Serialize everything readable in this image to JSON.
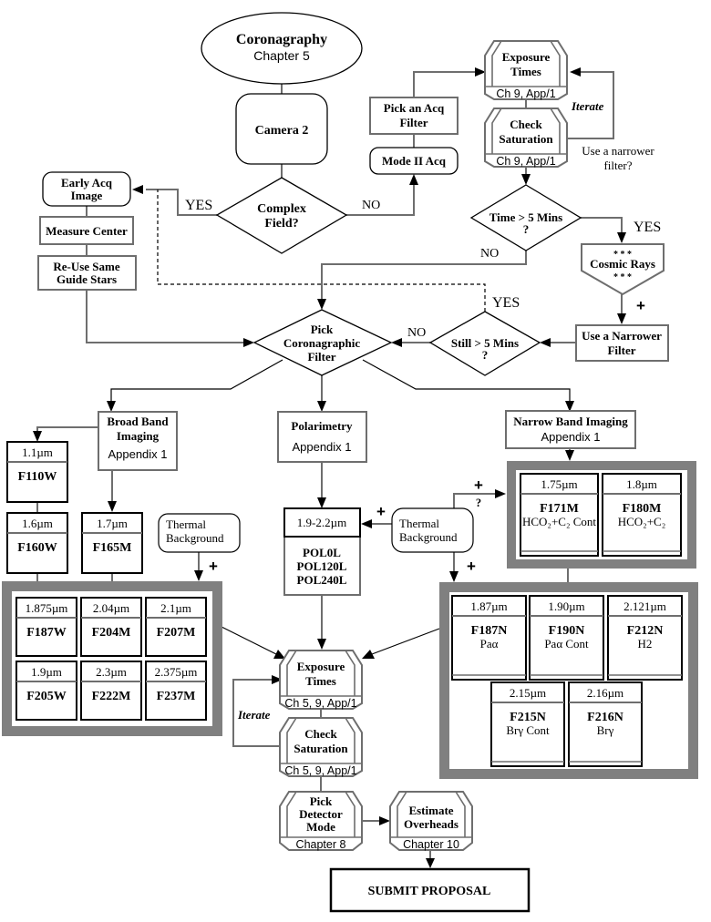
{
  "start": {
    "title": "Coronagraphy",
    "subtitle": "Chapter 5"
  },
  "camera": {
    "label": "Camera 2"
  },
  "complex_field": {
    "line1": "Complex",
    "line2": "Field?",
    "yes": "YES",
    "no": "NO"
  },
  "early_acq": {
    "line1": "Early Acq",
    "line2": "Image"
  },
  "measure_center": {
    "label": "Measure Center"
  },
  "reuse_guide": {
    "line1": "Re-Use Same",
    "line2": "Guide Stars"
  },
  "mode2_acq": {
    "label": "Mode II Acq"
  },
  "pick_acq_filter": {
    "line1": "Pick an Acq",
    "line2": "Filter"
  },
  "acq_exposure": {
    "line1": "Exposure",
    "line2": "Times",
    "ref": "Ch 9, App/1"
  },
  "acq_saturation": {
    "line1": "Check",
    "line2": "Saturation",
    "ref": "Ch 9, App/1"
  },
  "acq_iterate": {
    "label": "Iterate",
    "note1": "Use a narrower",
    "note2": "filter?"
  },
  "time_gt5": {
    "line1": "Time > 5 Mins",
    "line2": "?",
    "yes": "YES",
    "no": "NO"
  },
  "cosmic_rays": {
    "stars": "* * *",
    "label": "Cosmic Rays",
    "plus": "+"
  },
  "narrower_filter": {
    "line1": "Use a Narrower",
    "line2": "Filter"
  },
  "still_gt5": {
    "line1": "Still > 5 Mins",
    "line2": "?",
    "yes": "YES",
    "no": "NO"
  },
  "pick_coron": {
    "line1": "Pick",
    "line2": "Coronagraphic",
    "line3": "Filter"
  },
  "broad_band": {
    "line1": "Broad Band",
    "line2": "Imaging",
    "ref": "Appendix 1"
  },
  "polarimetry": {
    "title": "Polarimetry",
    "ref": "Appendix 1",
    "wavelength": "1.9-2.2µm",
    "filters": [
      "POL0L",
      "POL120L",
      "POL240L"
    ]
  },
  "narrow_band": {
    "title": "Narrow Band Imaging",
    "ref": "Appendix 1"
  },
  "thermal_left": {
    "line1": "Thermal",
    "line2": "Background",
    "plus": "+"
  },
  "thermal_center": {
    "line1": "Thermal",
    "line2": "Background",
    "plus_left": "+",
    "plus_up": "+",
    "question": "?",
    "plus_down": "+"
  },
  "broad_filters_top": [
    {
      "wl": "1.1µm",
      "name": "F110W"
    },
    {
      "wl": "1.6µm",
      "name": "F160W"
    },
    {
      "wl": "1.7µm",
      "name": "F165M"
    }
  ],
  "broad_filters_group": [
    {
      "wl": "1.875µm",
      "name": "F187W"
    },
    {
      "wl": "2.04µm",
      "name": "F204M"
    },
    {
      "wl": "2.1µm",
      "name": "F207M"
    },
    {
      "wl": "1.9µm",
      "name": "F205W"
    },
    {
      "wl": "2.3µm",
      "name": "F222M"
    },
    {
      "wl": "2.375µm",
      "name": "F237M"
    }
  ],
  "narrow_filters_top": [
    {
      "wl": "1.75µm",
      "name": "F171M",
      "desc": "HCO₂+C₂ Cont"
    },
    {
      "wl": "1.8µm",
      "name": "F180M",
      "desc": "HCO₂+C₂"
    }
  ],
  "narrow_filters_group": [
    {
      "wl": "1.87µm",
      "name": "F187N",
      "desc": "Paα"
    },
    {
      "wl": "1.90µm",
      "name": "F190N",
      "desc": "Paα Cont"
    },
    {
      "wl": "2.121µm",
      "name": "F212N",
      "desc": "H2"
    },
    {
      "wl": "2.15µm",
      "name": "F215N",
      "desc": "Brγ Cont"
    },
    {
      "wl": "2.16µm",
      "name": "F216N",
      "desc": "Brγ"
    }
  ],
  "main_exposure": {
    "line1": "Exposure",
    "line2": "Times",
    "ref": "Ch 5, 9, App/1"
  },
  "main_saturation": {
    "line1": "Check",
    "line2": "Saturation",
    "ref": "Ch 5, 9, App/1"
  },
  "main_iterate": {
    "label": "Iterate"
  },
  "detector_mode": {
    "line1": "Pick",
    "line2": "Detector",
    "line3": "Mode",
    "ref": "Chapter 8"
  },
  "overheads": {
    "line1": "Estimate",
    "line2": "Overheads",
    "ref": "Chapter 10"
  },
  "submit": {
    "label": "SUBMIT PROPOSAL"
  }
}
